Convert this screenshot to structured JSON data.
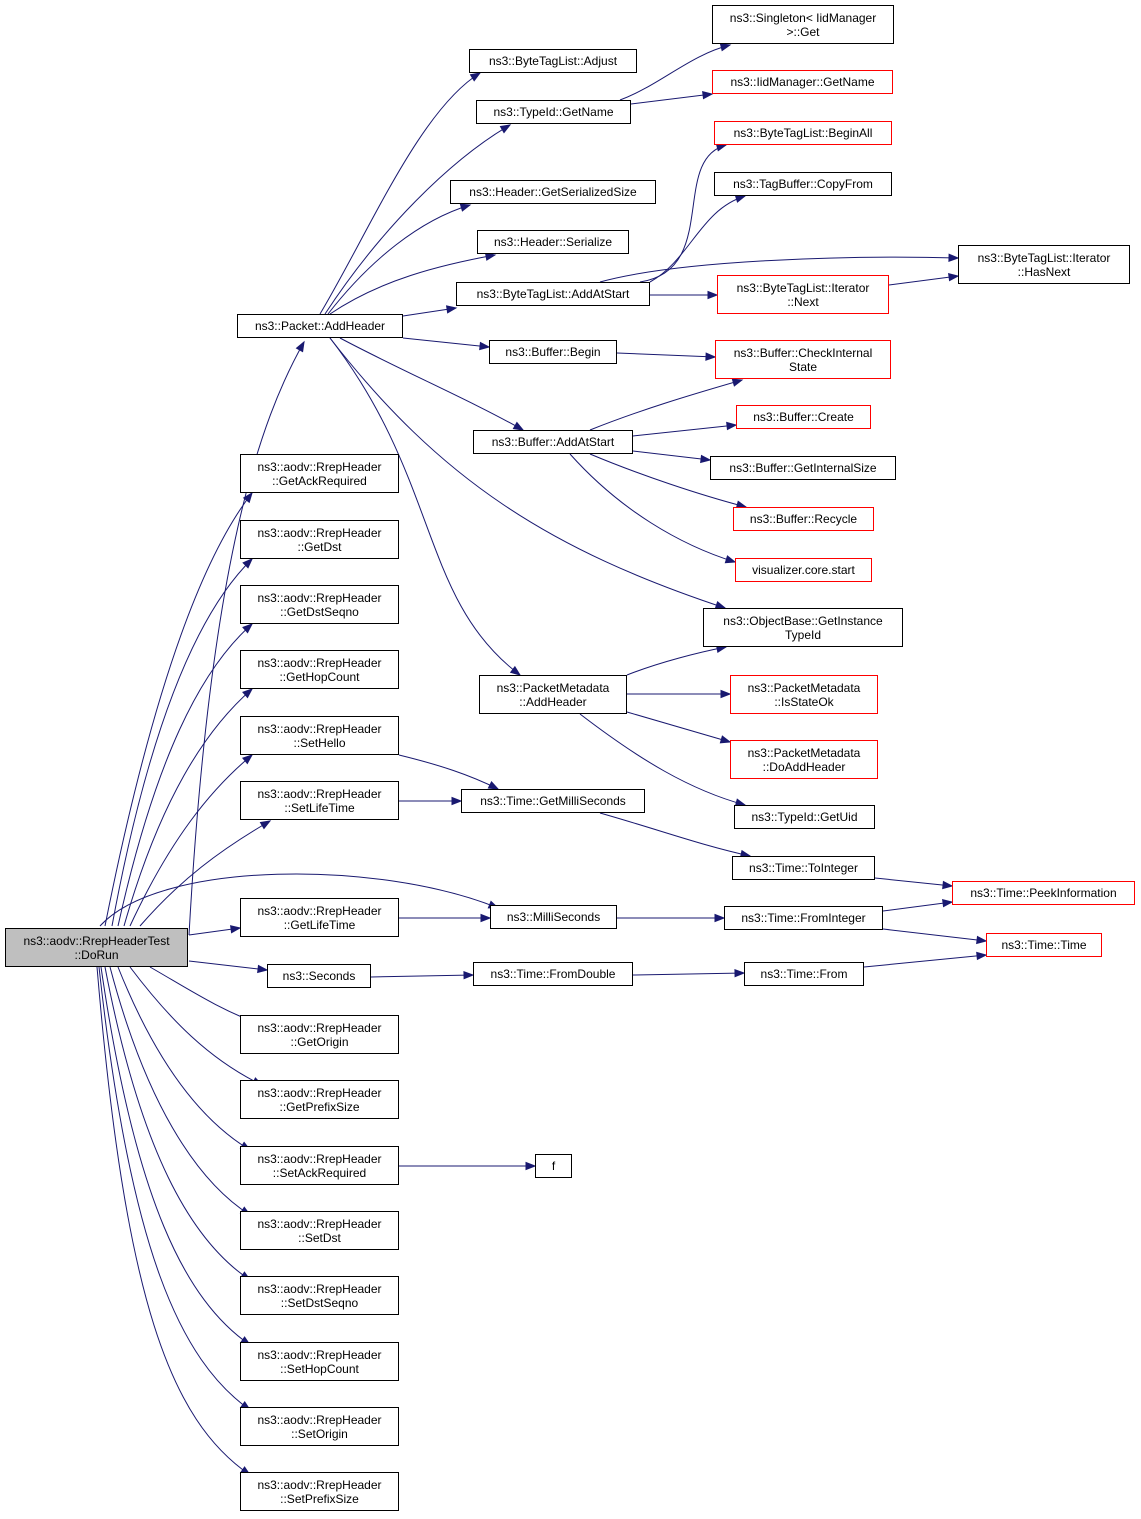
{
  "colors": {
    "edge": "#191970",
    "node_border": "#000000",
    "truncated_border": "#ff0000",
    "root_fill": "#bfbfbf",
    "background": "#ffffff"
  },
  "nodes": {
    "dorun": {
      "lines": [
        "ns3::aodv::RrepHeaderTest",
        "::DoRun"
      ]
    },
    "packet_addheader": {
      "lines": [
        "ns3::Packet::AddHeader"
      ]
    },
    "get_ack_required": {
      "lines": [
        "ns3::aodv::RrepHeader",
        "::GetAckRequired"
      ]
    },
    "get_dst": {
      "lines": [
        "ns3::aodv::RrepHeader",
        "::GetDst"
      ]
    },
    "get_dst_seqno": {
      "lines": [
        "ns3::aodv::RrepHeader",
        "::GetDstSeqno"
      ]
    },
    "get_hop_count": {
      "lines": [
        "ns3::aodv::RrepHeader",
        "::GetHopCount"
      ]
    },
    "set_hello": {
      "lines": [
        "ns3::aodv::RrepHeader",
        "::SetHello"
      ]
    },
    "set_life_time": {
      "lines": [
        "ns3::aodv::RrepHeader",
        "::SetLifeTime"
      ]
    },
    "get_life_time": {
      "lines": [
        "ns3::aodv::RrepHeader",
        "::GetLifeTime"
      ]
    },
    "seconds": {
      "lines": [
        "ns3::Seconds"
      ]
    },
    "get_origin": {
      "lines": [
        "ns3::aodv::RrepHeader",
        "::GetOrigin"
      ]
    },
    "get_prefix_size": {
      "lines": [
        "ns3::aodv::RrepHeader",
        "::GetPrefixSize"
      ]
    },
    "set_ack_required": {
      "lines": [
        "ns3::aodv::RrepHeader",
        "::SetAckRequired"
      ]
    },
    "set_dst": {
      "lines": [
        "ns3::aodv::RrepHeader",
        "::SetDst"
      ]
    },
    "set_dst_seqno": {
      "lines": [
        "ns3::aodv::RrepHeader",
        "::SetDstSeqno"
      ]
    },
    "set_hop_count": {
      "lines": [
        "ns3::aodv::RrepHeader",
        "::SetHopCount"
      ]
    },
    "set_origin": {
      "lines": [
        "ns3::aodv::RrepHeader",
        "::SetOrigin"
      ]
    },
    "set_prefix_size": {
      "lines": [
        "ns3::aodv::RrepHeader",
        "::SetPrefixSize"
      ]
    },
    "btl_adjust": {
      "lines": [
        "ns3::ByteTagList::Adjust"
      ]
    },
    "typeid_getname": {
      "lines": [
        "ns3::TypeId::GetName"
      ]
    },
    "header_getserializedsize": {
      "lines": [
        "ns3::Header::GetSerializedSize"
      ]
    },
    "header_serialize": {
      "lines": [
        "ns3::Header::Serialize"
      ]
    },
    "btl_addatstart": {
      "lines": [
        "ns3::ByteTagList::AddAtStart"
      ]
    },
    "buffer_begin": {
      "lines": [
        "ns3::Buffer::Begin"
      ]
    },
    "buffer_addatstart": {
      "lines": [
        "ns3::Buffer::AddAtStart"
      ]
    },
    "pm_addheader": {
      "lines": [
        "ns3::PacketMetadata",
        "::AddHeader"
      ]
    },
    "time_getmilliseconds": {
      "lines": [
        "ns3::Time::GetMilliSeconds"
      ]
    },
    "milliseconds": {
      "lines": [
        "ns3::MilliSeconds"
      ]
    },
    "time_fromdouble": {
      "lines": [
        "ns3::Time::FromDouble"
      ]
    },
    "f": {
      "lines": [
        "f"
      ]
    },
    "singleton_get": {
      "lines": [
        "ns3::Singleton< IidManager",
        ">::Get"
      ]
    },
    "iidmanager_getname": {
      "lines": [
        "ns3::IidManager::GetName"
      ]
    },
    "btl_beginall": {
      "lines": [
        "ns3::ByteTagList::BeginAll"
      ]
    },
    "tagbuffer_copyfrom": {
      "lines": [
        "ns3::TagBuffer::CopyFrom"
      ]
    },
    "btl_iterator_next": {
      "lines": [
        "ns3::ByteTagList::Iterator",
        "::Next"
      ]
    },
    "buffer_checkinternalstate": {
      "lines": [
        "ns3::Buffer::CheckInternal",
        "State"
      ]
    },
    "buffer_create": {
      "lines": [
        "ns3::Buffer::Create"
      ]
    },
    "buffer_getinternalsize": {
      "lines": [
        "ns3::Buffer::GetInternalSize"
      ]
    },
    "buffer_recycle": {
      "lines": [
        "ns3::Buffer::Recycle"
      ]
    },
    "visualizer_core_start": {
      "lines": [
        "visualizer.core.start"
      ]
    },
    "objectbase_getinstancetypeid": {
      "lines": [
        "ns3::ObjectBase::GetInstance",
        "TypeId"
      ]
    },
    "pm_isstateok": {
      "lines": [
        "ns3::PacketMetadata",
        "::IsStateOk"
      ]
    },
    "pm_doaddheader": {
      "lines": [
        "ns3::PacketMetadata",
        "::DoAddHeader"
      ]
    },
    "typeid_getuid": {
      "lines": [
        "ns3::TypeId::GetUid"
      ]
    },
    "time_tointeger": {
      "lines": [
        "ns3::Time::ToInteger"
      ]
    },
    "time_frominteger": {
      "lines": [
        "ns3::Time::FromInteger"
      ]
    },
    "time_from": {
      "lines": [
        "ns3::Time::From"
      ]
    },
    "btl_iterator_hasnext": {
      "lines": [
        "ns3::ByteTagList::Iterator",
        "::HasNext"
      ]
    },
    "time_peekinformation": {
      "lines": [
        "ns3::Time::PeekInformation"
      ]
    },
    "time_time": {
      "lines": [
        "ns3::Time::Time"
      ]
    }
  }
}
